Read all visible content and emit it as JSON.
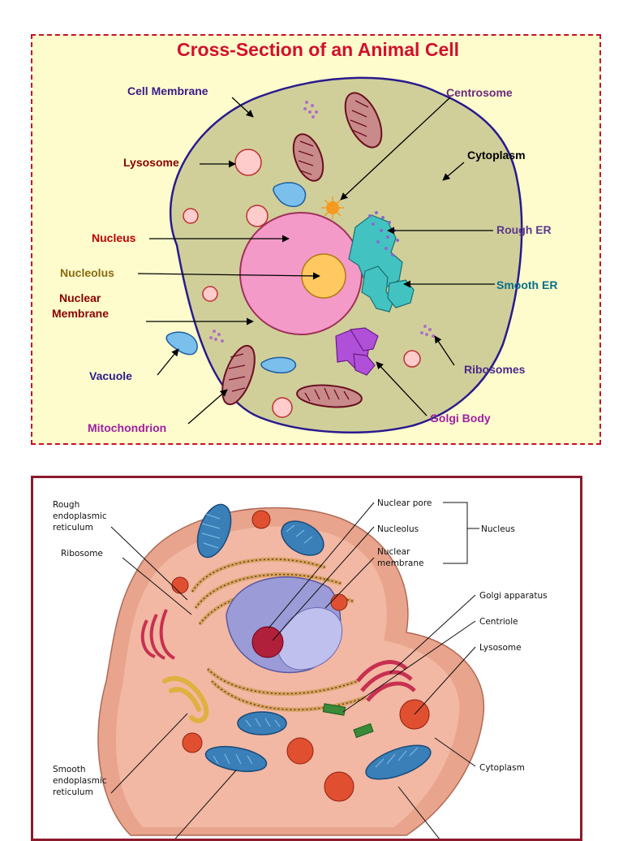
{
  "top_diagram": {
    "title": "Cross-Section of an Animal Cell",
    "labels": {
      "cell_membrane": "Cell Membrane",
      "centrosome": "Centrosome",
      "lysosome": "Lysosome",
      "cytoplasm": "Cytoplasm",
      "nucleus": "Nucleus",
      "rough_er": "Rough ER",
      "nucleolus": "Nucleolus",
      "smooth_er": "Smooth ER",
      "nuclear_membrane_1": "Nuclear",
      "nuclear_membrane_2": "Membrane",
      "vacuole": "Vacuole",
      "ribosomes": "Ribosomes",
      "mitochondrion": "Mitochondrion",
      "golgi_body": "Golgi Body"
    },
    "colors": {
      "frame": "#c8102e",
      "panel_bg": "#fefccd",
      "cell_fill": "#d0cf9a",
      "cell_membrane": "#2a1a8c",
      "nucleus_fill": "#f49ac8",
      "nucleolus_fill": "#ffc860",
      "lysosome": "#ffcccc",
      "vacuole": "#7bc0ec",
      "mitochondrion": "#9b2a3a",
      "er": "#43c2c2",
      "golgi": "#b050d8",
      "label_red": "#b00000",
      "label_purple": "#4b2a8a",
      "label_teal": "#0a6f8a",
      "label_olive": "#8a6a10"
    }
  },
  "bottom_diagram": {
    "labels": {
      "rough_er_1": "Rough",
      "rough_er_2": "endoplasmic",
      "rough_er_3": "reticulum",
      "ribosome": "Ribosome",
      "nuclear_pore": "Nuclear pore",
      "nucleolus": "Nucleolus",
      "nucleus": "Nucleus",
      "nuclear_membrane_1": "Nuclear",
      "nuclear_membrane_2": "membrane",
      "golgi_apparatus": "Golgi apparatus",
      "centriole": "Centriole",
      "lysosome": "Lysosome",
      "smooth_er_1": "Smooth",
      "smooth_er_2": "endoplasmic",
      "smooth_er_3": "reticulum",
      "cytoplasm": "Cytoplasm"
    },
    "colors": {
      "frame": "#8b1a2b",
      "cell_outer": "#e8a48c",
      "cell_inner": "#f2b8a4",
      "mitochondria": "#3a7fb8",
      "nucleus": "#9b9bd8",
      "nucleolus": "#b0203a",
      "rough_er": "#d8a060",
      "golgi": "#c83050",
      "smooth_er": "#e0b040",
      "lysosome": "#e05030",
      "centriole": "#3a8a3a"
    }
  }
}
